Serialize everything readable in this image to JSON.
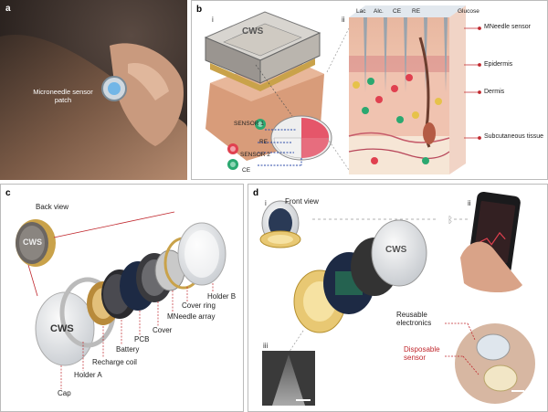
{
  "panel_a": {
    "letter": "a",
    "label": "Microneedle sensor patch"
  },
  "panel_b": {
    "letter": "b",
    "sub_i": "i",
    "sub_ii": "ii",
    "device_text": "CWS",
    "electrodes": [
      "SENSOR 1",
      "RE",
      "SENSOR 2",
      "CE"
    ],
    "columns": [
      "Lac",
      "Alc.",
      "CE",
      "RE",
      "Glucose"
    ],
    "layers": [
      "MNeedle sensor",
      "Epidermis",
      "Dermis",
      "Subcutaneous tissue"
    ]
  },
  "panel_c": {
    "letter": "c",
    "back_view": "Back view",
    "device_text": "CWS",
    "parts": [
      "Holder B",
      "Cover ring",
      "MNeedle array",
      "Cover",
      "PCB",
      "Battery",
      "Recharge coil",
      "Holder A",
      "Cap"
    ]
  },
  "panel_d": {
    "letter": "d",
    "sub_i": "i",
    "sub_ii": "ii",
    "sub_iii": "iii",
    "front_view": "Front view",
    "device_text": "CWS",
    "reusable": "Reusable electronics",
    "disposable": "Disposable sensor"
  },
  "colors": {
    "accent_red": "#c0272d",
    "panel_border": "#bbbbbb"
  }
}
